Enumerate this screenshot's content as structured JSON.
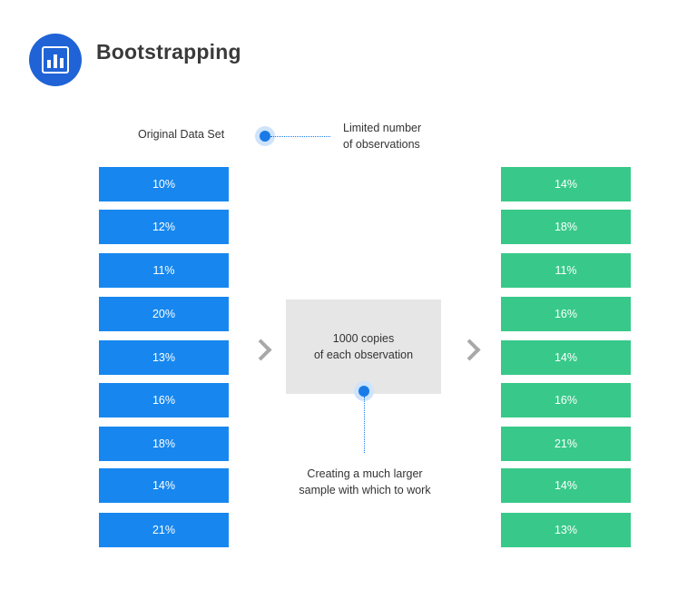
{
  "header": {
    "title": "Bootstrapping",
    "icon": "bar-chart-icon",
    "icon_color": "#1f63d6"
  },
  "original_label": "Original Data Set",
  "limited_note": [
    "Limited number",
    "of observations"
  ],
  "center_box": [
    "1000 copies",
    "of each observation"
  ],
  "bottom_note": [
    "Creating a much larger",
    "sample with which to work"
  ],
  "original_values": [
    "10%",
    "12%",
    "11%",
    "20%",
    "13%",
    "16%",
    "18%",
    "14%",
    "21%"
  ],
  "bootstrap_values": [
    "14%",
    "18%",
    "11%",
    "16%",
    "14%",
    "16%",
    "21%",
    "14%",
    "13%"
  ],
  "colors": {
    "original": "#1787ef",
    "bootstrap": "#38c98a",
    "accent": "#1a7be8",
    "box": "#e6e6e6",
    "arrow": "#a8a8a8"
  }
}
